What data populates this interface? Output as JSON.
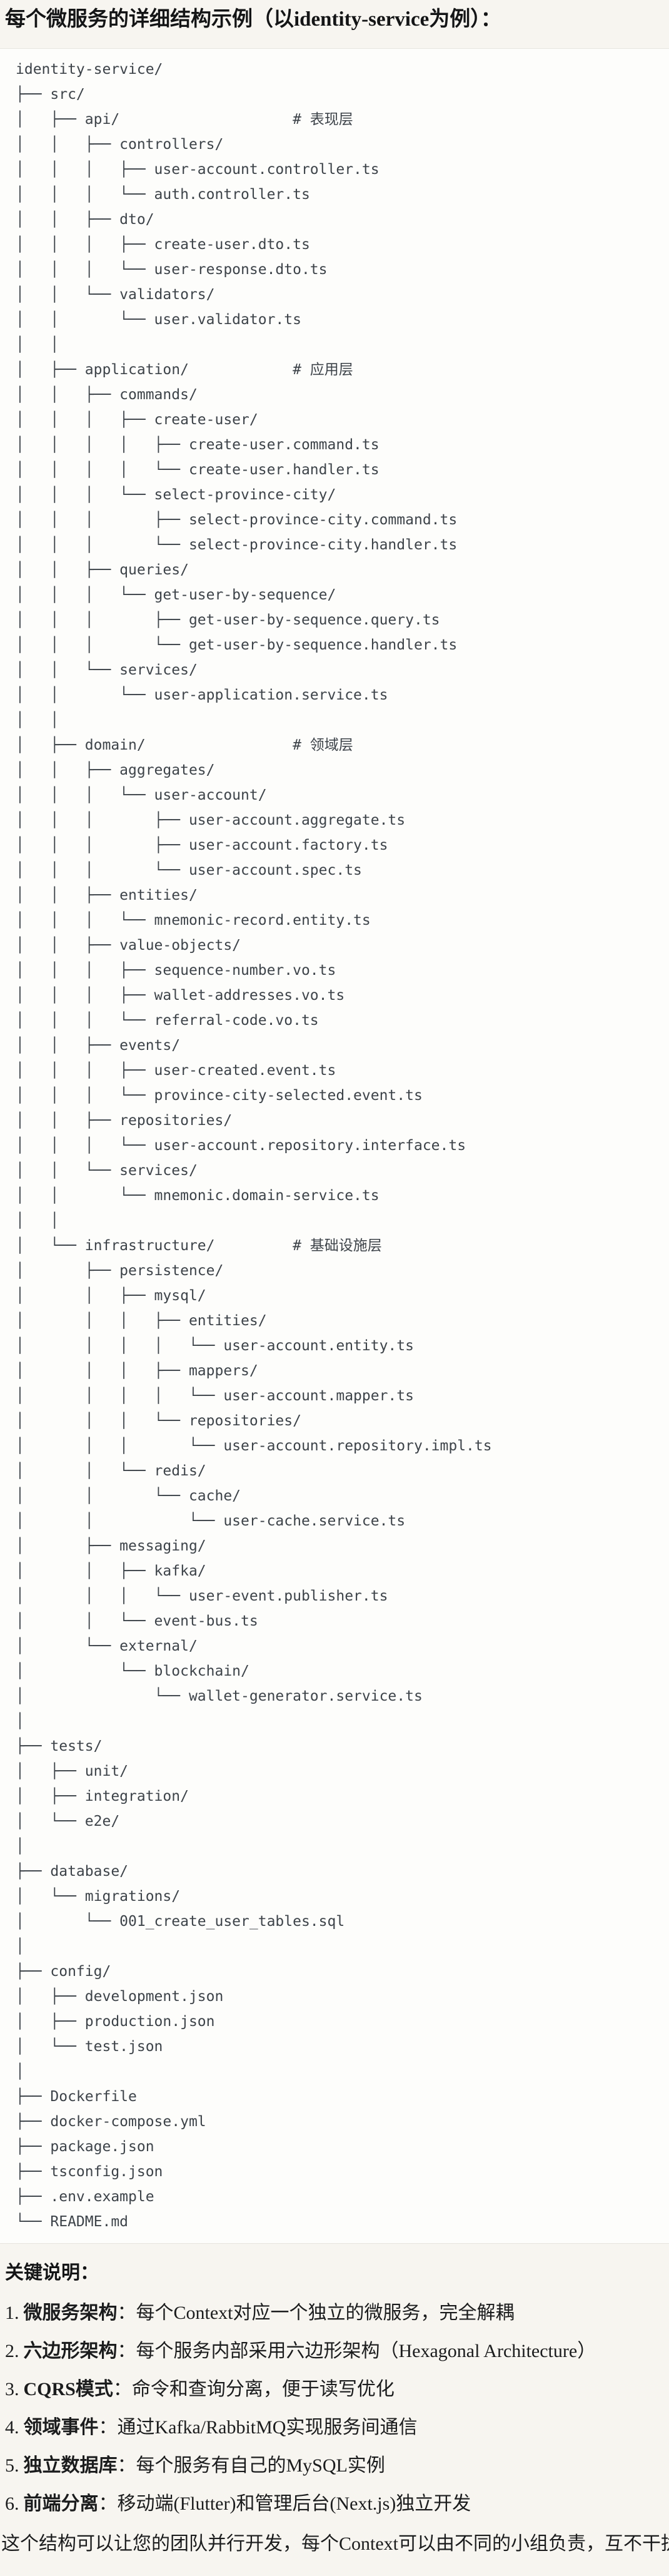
{
  "page": {
    "title": "每个微服务的详细结构示例（以identity-service为例）：",
    "notes_heading": "关键说明：",
    "closing": "这个结构可以让您的团队并行开发，每个Context可以由不同的小组负责，互不干扰。"
  },
  "tree": {
    "lines": [
      "identity-service/",
      "├── src/",
      "│   ├── api/                    # 表现层",
      "│   │   ├── controllers/",
      "│   │   │   ├── user-account.controller.ts",
      "│   │   │   └── auth.controller.ts",
      "│   │   ├── dto/",
      "│   │   │   ├── create-user.dto.ts",
      "│   │   │   └── user-response.dto.ts",
      "│   │   └── validators/",
      "│   │       └── user.validator.ts",
      "│   │",
      "│   ├── application/            # 应用层",
      "│   │   ├── commands/",
      "│   │   │   ├── create-user/",
      "│   │   │   │   ├── create-user.command.ts",
      "│   │   │   │   └── create-user.handler.ts",
      "│   │   │   └── select-province-city/",
      "│   │   │       ├── select-province-city.command.ts",
      "│   │   │       └── select-province-city.handler.ts",
      "│   │   ├── queries/",
      "│   │   │   └── get-user-by-sequence/",
      "│   │   │       ├── get-user-by-sequence.query.ts",
      "│   │   │       └── get-user-by-sequence.handler.ts",
      "│   │   └── services/",
      "│   │       └── user-application.service.ts",
      "│   │",
      "│   ├── domain/                 # 领域层",
      "│   │   ├── aggregates/",
      "│   │   │   └── user-account/",
      "│   │   │       ├── user-account.aggregate.ts",
      "│   │   │       ├── user-account.factory.ts",
      "│   │   │       └── user-account.spec.ts",
      "│   │   ├── entities/",
      "│   │   │   └── mnemonic-record.entity.ts",
      "│   │   ├── value-objects/",
      "│   │   │   ├── sequence-number.vo.ts",
      "│   │   │   ├── wallet-addresses.vo.ts",
      "│   │   │   └── referral-code.vo.ts",
      "│   │   ├── events/",
      "│   │   │   ├── user-created.event.ts",
      "│   │   │   └── province-city-selected.event.ts",
      "│   │   ├── repositories/",
      "│   │   │   └── user-account.repository.interface.ts",
      "│   │   └── services/",
      "│   │       └── mnemonic.domain-service.ts",
      "│   │",
      "│   └── infrastructure/         # 基础设施层",
      "│       ├── persistence/",
      "│       │   ├── mysql/",
      "│       │   │   ├── entities/",
      "│       │   │   │   └── user-account.entity.ts",
      "│       │   │   ├── mappers/",
      "│       │   │   │   └── user-account.mapper.ts",
      "│       │   │   └── repositories/",
      "│       │   │       └── user-account.repository.impl.ts",
      "│       │   └── redis/",
      "│       │       └── cache/",
      "│       │           └── user-cache.service.ts",
      "│       ├── messaging/",
      "│       │   ├── kafka/",
      "│       │   │   └── user-event.publisher.ts",
      "│       │   └── event-bus.ts",
      "│       └── external/",
      "│           └── blockchain/",
      "│               └── wallet-generator.service.ts",
      "│",
      "├── tests/",
      "│   ├── unit/",
      "│   ├── integration/",
      "│   └── e2e/",
      "│",
      "├── database/",
      "│   └── migrations/",
      "│       └── 001_create_user_tables.sql",
      "│",
      "├── config/",
      "│   ├── development.json",
      "│   ├── production.json",
      "│   └── test.json",
      "│",
      "├── Dockerfile",
      "├── docker-compose.yml",
      "├── package.json",
      "├── tsconfig.json",
      "├── .env.example",
      "└── README.md"
    ]
  },
  "notes": {
    "items": [
      {
        "num": "1.",
        "label": "微服务架构",
        "colon": "：",
        "text": "每个Context对应一个独立的微服务，完全解耦"
      },
      {
        "num": "2.",
        "label": "六边形架构",
        "colon": "：",
        "text": "每个服务内部采用六边形架构（Hexagonal Architecture）"
      },
      {
        "num": "3.",
        "label": "CQRS模式",
        "colon": "：",
        "text": "命令和查询分离，便于读写优化"
      },
      {
        "num": "4.",
        "label": "领域事件",
        "colon": "：",
        "text": "通过Kafka/RabbitMQ实现服务间通信"
      },
      {
        "num": "5.",
        "label": "独立数据库",
        "colon": "：",
        "text": "每个服务有自己的MySQL实例"
      },
      {
        "num": "6.",
        "label": "前端分离",
        "colon": "：",
        "text": "移动端(Flutter)和管理后台(Next.js)独立开发"
      }
    ]
  },
  "colors": {
    "page_bg": "#f7f5f0",
    "code_bg": "#fdfdfb",
    "code_border": "#e7e5df",
    "tree_text": "#3d4349",
    "heading_text": "#141516"
  }
}
